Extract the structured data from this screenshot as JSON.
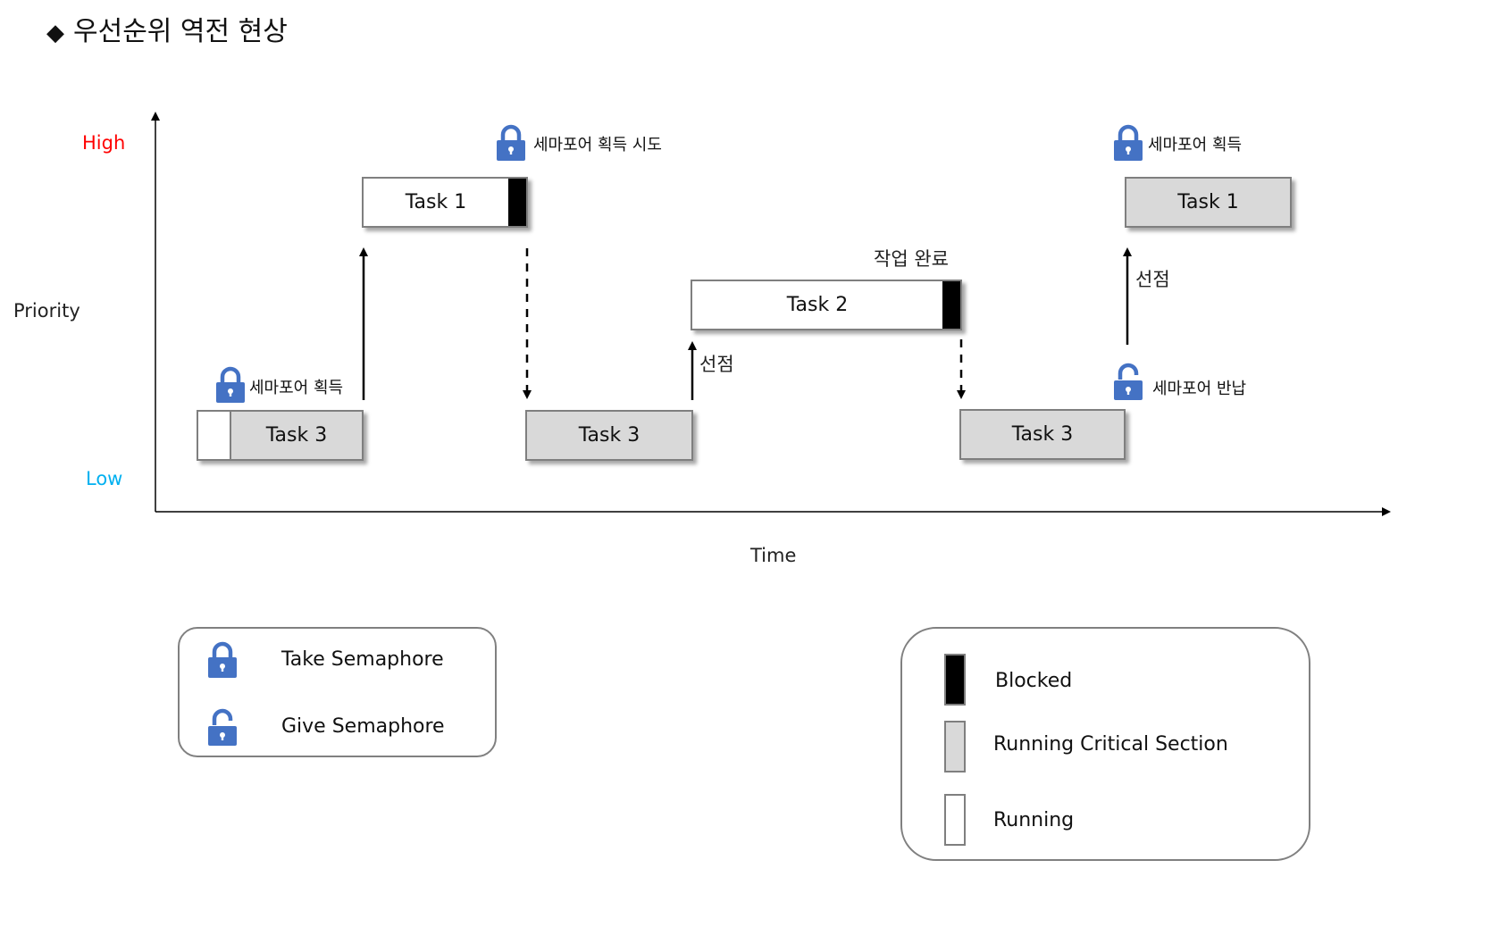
{
  "title": "우선순위 역전 현상",
  "title_marker": "◆",
  "axis": {
    "y_label": "Priority",
    "x_label": "Time",
    "high": "High",
    "low": "Low",
    "high_color": "#ff0000",
    "low_color": "#00b0f0"
  },
  "tasks": {
    "task3_a": "Task 3",
    "task1_a": "Task 1",
    "task3_b": "Task 3",
    "task2": "Task 2",
    "task3_c": "Task 3",
    "task1_b": "Task 1"
  },
  "annotations": {
    "take_1": "세마포어 획득",
    "try_take": "세마포어 획득 시도",
    "preempt_1": "선점",
    "work_done": "작업 완료",
    "give": "세마포어 반납",
    "preempt_2": "선점",
    "take_2": "세마포어 획득"
  },
  "legend_left": {
    "take": "Take Semaphore",
    "give": "Give Semaphore",
    "take_icon": "lock-closed-icon",
    "give_icon": "lock-open-icon"
  },
  "legend_right": {
    "blocked": "Blocked",
    "critical": "Running Critical Section",
    "running": "Running"
  },
  "colors": {
    "lock": "#4472c4",
    "critical": "#d9d9d9",
    "blocked": "#000000",
    "running": "#ffffff"
  }
}
